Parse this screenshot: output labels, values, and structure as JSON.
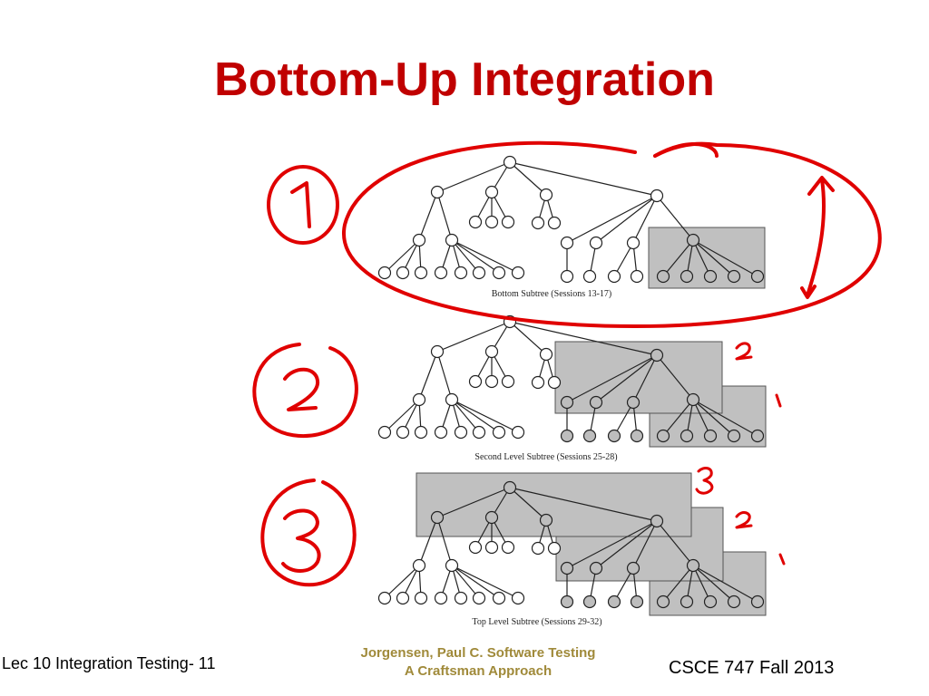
{
  "slide": {
    "title": "Bottom-Up Integration"
  },
  "diagram": {
    "panels": [
      {
        "caption": "Bottom Subtree  (Sessions 13-17)",
        "annotation_circled": "1"
      },
      {
        "caption": "Second Level Subtree (Sessions 25-28)",
        "annotation_circled": "2",
        "box_labels": [
          "2",
          "1"
        ]
      },
      {
        "caption": "Top Level Subtree (Sessions 29-32)",
        "annotation_circled": "3",
        "box_labels": [
          "3",
          "2",
          "1"
        ]
      }
    ],
    "ink_color": "#e00000",
    "box_fill": "#c0c0c0"
  },
  "footer": {
    "left": "Lec 10 Integration Testing- 11",
    "center_line1": "Jorgensen, Paul C. Software Testing",
    "center_line2": "A Craftsman Approach",
    "right": "CSCE 747 Fall 2013"
  }
}
